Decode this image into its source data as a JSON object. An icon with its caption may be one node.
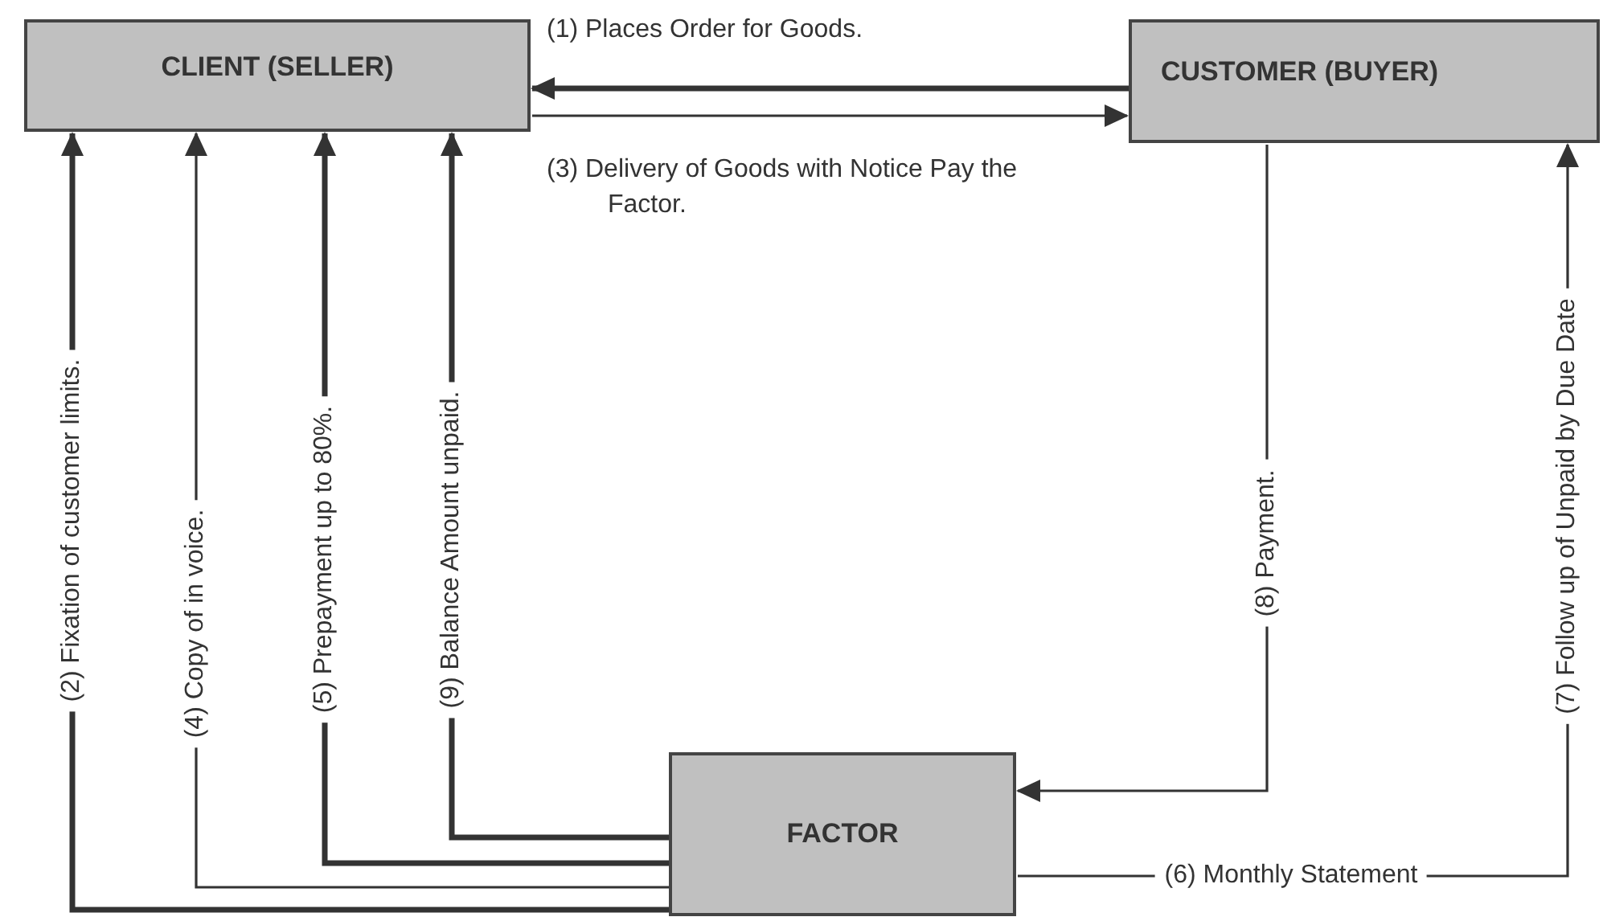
{
  "diagram": {
    "nodes": [
      {
        "text": [
          "CLIENT (SELLER)"
        ]
      },
      {
        "text": [
          "CUSTOMER (BUYER)"
        ]
      },
      {
        "text": [
          "FACTOR"
        ]
      }
    ],
    "edges": [
      {
        "from": 1,
        "to": 0,
        "arrow": "to",
        "label": "(1) Places Order for Goods.",
        "style": "thick"
      },
      {
        "from": 0,
        "to": 1,
        "arrow": "to",
        "label": "(3) Delivery of Goods with Notice Pay the Factor."
      },
      {
        "from": 2,
        "to": 0,
        "arrow": "to",
        "label": "(2) Fixation of customer limits.",
        "style": "thick"
      },
      {
        "from": 2,
        "to": 0,
        "arrow": "to",
        "label": "(4) Copy of in voice."
      },
      {
        "from": 2,
        "to": 0,
        "arrow": "to",
        "label": "(5) Prepayment up to 80%.",
        "style": "thick"
      },
      {
        "from": 2,
        "to": 0,
        "arrow": "to",
        "label": "(9) Balance Amount unpaid.",
        "style": "thick"
      },
      {
        "from": 1,
        "to": 2,
        "arrow": "to",
        "label": "(8) Payment."
      },
      {
        "from": 2,
        "to": 1,
        "arrow": "to",
        "label": "(6) Monthly Statement"
      }
    ],
    "labels": [
      "(7) Follow up of Unpaid by Due Date"
    ]
  }
}
